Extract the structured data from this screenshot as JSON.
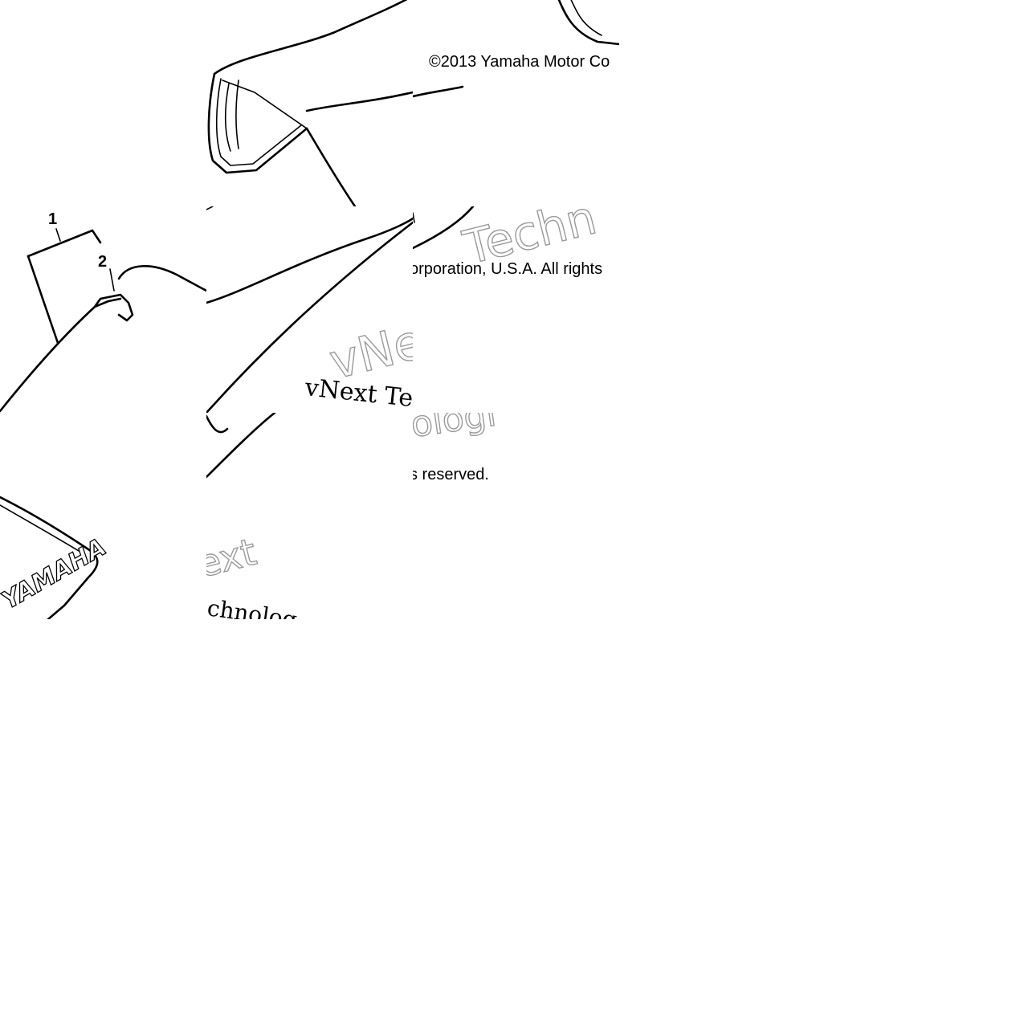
{
  "diagram": {
    "callouts": [
      "1",
      "2"
    ],
    "brand_mark": "YAMAHA",
    "copyright_parts": [
      "©2013 Yamaha Motor Co",
      "orporation, U.S.A. All rights",
      "s reserved."
    ],
    "watermark_parts": [
      "Techn",
      "vNe",
      "vNext Te",
      "ologi",
      "ext",
      "chnolog"
    ]
  },
  "colors": {
    "line": "#000000",
    "background": "#ffffff",
    "watermark_outline": "#9a9a9a"
  }
}
